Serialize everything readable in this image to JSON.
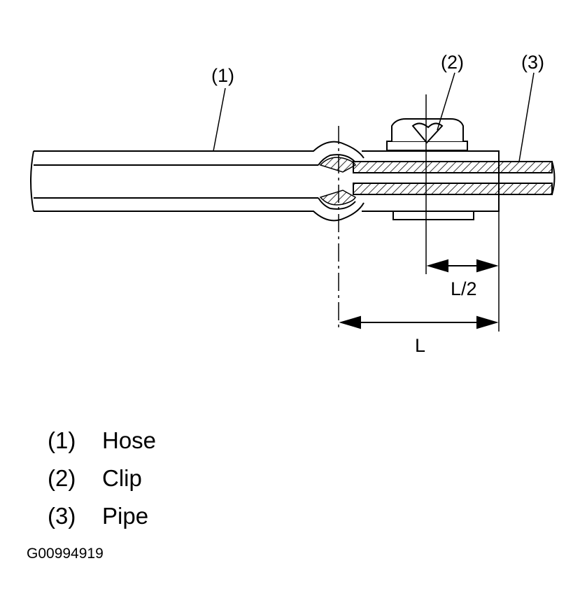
{
  "callouts": {
    "hose": "(1)",
    "clip": "(2)",
    "pipe": "(3)"
  },
  "dimensions": {
    "half_length": "L/2",
    "length": "L"
  },
  "legend": [
    {
      "num": "(1)",
      "label": "Hose"
    },
    {
      "num": "(2)",
      "label": "Clip"
    },
    {
      "num": "(3)",
      "label": "Pipe"
    }
  ],
  "figure_code": "G00994919"
}
